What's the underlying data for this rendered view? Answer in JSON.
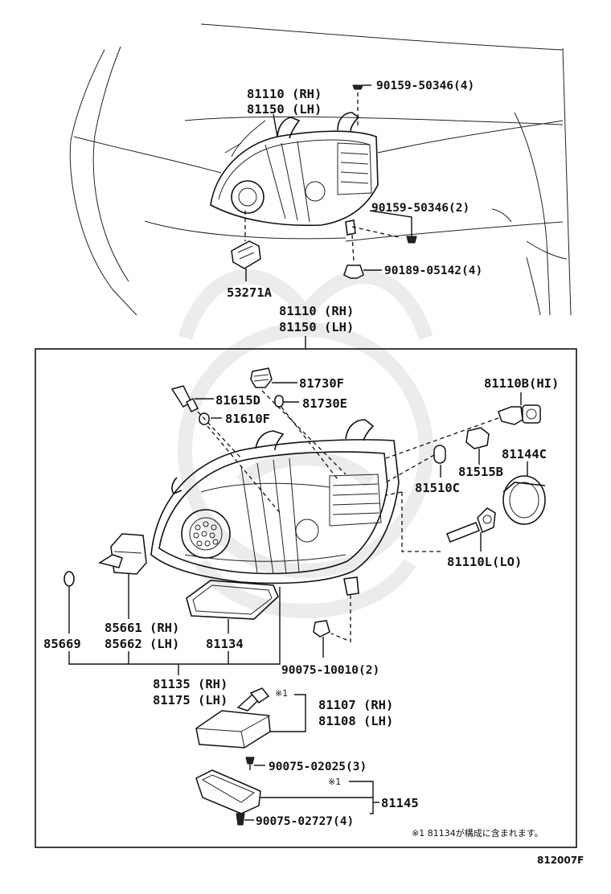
{
  "top_section": {
    "headlamp_rh_lh": [
      "81110 (RH)",
      "81150 (LH)"
    ],
    "screw_top": "90159-50346(4)",
    "screw_side": "90159-50346(2)",
    "clip": "90189-05142(4)",
    "socket": "53271A"
  },
  "assembly_header": [
    "81110 (RH)",
    "81150 (LH)"
  ],
  "parts": {
    "p81730F": "81730F",
    "p81615D": "81615D",
    "p81730E": "81730E",
    "p81610F": "81610F",
    "p81110B": "81110B(HI)",
    "p81144C": "81144C",
    "p81515B": "81515B",
    "p81510C": "81510C",
    "p81110L": "81110L(LO)",
    "p85669": "85669",
    "p85661": [
      "85661 (RH)",
      "85662 (LH)"
    ],
    "p81134": "81134",
    "p90075_10010": "90075-10010(2)",
    "p81135": [
      "81135 (RH)",
      "81175 (LH)"
    ],
    "p81107": [
      "81107 (RH)",
      "81108 (LH)"
    ],
    "p90075_02025": "90075-02025(3)",
    "p81145": "81145",
    "p90075_02727": "90075-02727(4)"
  },
  "notes": {
    "mark1": "※1",
    "mark1_b": "※1",
    "footnote": "※1 81134が構成に含まれます。"
  },
  "figure_code": "812007F"
}
